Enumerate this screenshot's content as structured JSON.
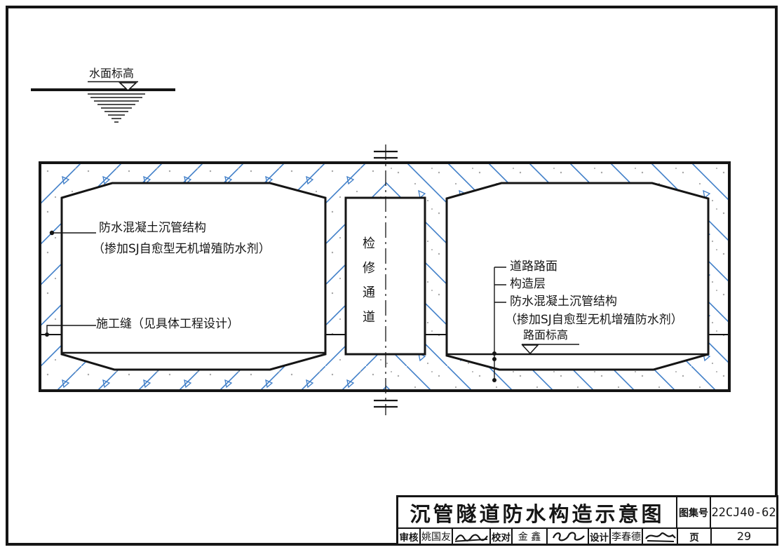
{
  "diagram": {
    "water_level_label": "水面标高",
    "passage_label": "检修通道",
    "left": {
      "structure1": "防水混凝土沉管结构",
      "structure2": "（掺加SJ自愈型无机增殖防水剂）",
      "joint": "施工缝（见具体工程设计）"
    },
    "right": {
      "road": "道路路面",
      "layer": "构造层",
      "structure1": "防水混凝土沉管结构",
      "structure2": "（掺加SJ自愈型无机增殖防水剂）",
      "elevation": "路面标高"
    },
    "colors": {
      "hatch_blue": "#3f7ec8",
      "line_black": "#151515",
      "speck_gray": "#a8a8a8"
    }
  },
  "titleblock": {
    "title": "沉管隧道防水构造示意图",
    "atlas_label": "图集号",
    "atlas_no": "22CJ40-62",
    "reviewer_label": "审核",
    "reviewer": "姚国友",
    "checker_label": "校对",
    "checker": "金 鑫",
    "designer_label": "设计",
    "designer": "李春德",
    "page_label": "页",
    "page_no": "29"
  }
}
